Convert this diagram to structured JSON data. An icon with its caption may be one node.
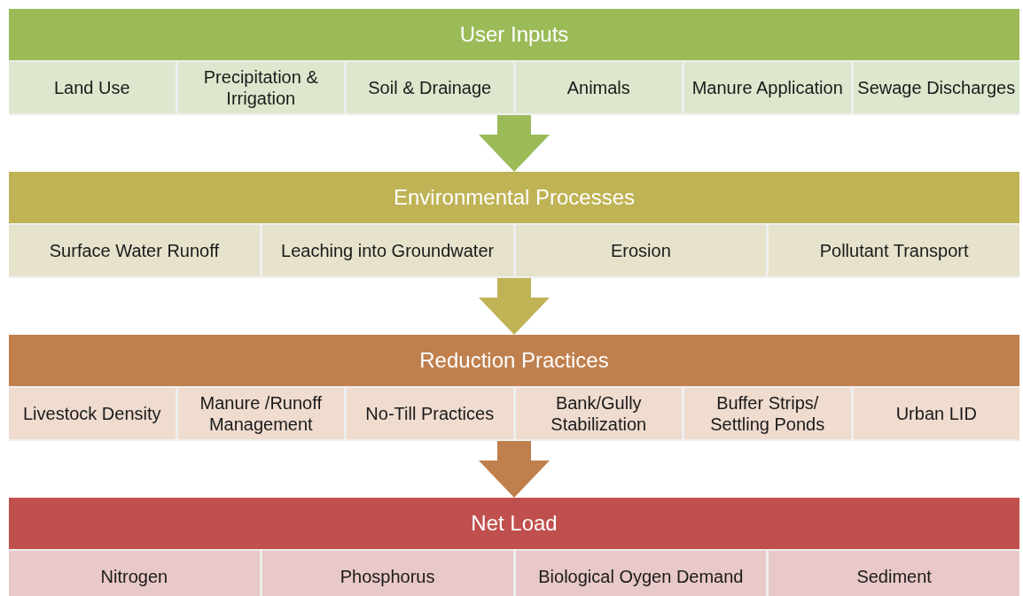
{
  "diagram": {
    "nodes": [
      {
        "text": [
          "User Inputs"
        ]
      },
      {
        "text": [
          "Land Use"
        ],
        "in": 0
      },
      {
        "text": [
          "Precipitation & Irrigation"
        ],
        "in": 0
      },
      {
        "text": [
          "Soil & Drainage"
        ],
        "in": 0
      },
      {
        "text": [
          "Animals"
        ],
        "in": 0
      },
      {
        "text": [
          "Manure Application"
        ],
        "in": 0
      },
      {
        "text": [
          "Sewage Discharges"
        ],
        "in": 0
      },
      {
        "text": [
          "Environmental Processes"
        ]
      },
      {
        "text": [
          "Surface Water Runoff"
        ],
        "in": 7
      },
      {
        "text": [
          "Leaching into Groundwater"
        ],
        "in": 7
      },
      {
        "text": [
          "Erosion"
        ],
        "in": 7
      },
      {
        "text": [
          "Pollutant Transport"
        ],
        "in": 7
      },
      {
        "text": [
          "Reduction Practices"
        ]
      },
      {
        "text": [
          "Livestock Density"
        ],
        "in": 12
      },
      {
        "text": [
          "Manure /Runoff Management"
        ],
        "in": 12
      },
      {
        "text": [
          "No-Till Practices"
        ],
        "in": 12
      },
      {
        "text": [
          "Bank/Gully Stabilization"
        ],
        "in": 12
      },
      {
        "text": [
          "Buffer Strips/ Settling Ponds"
        ],
        "in": 12
      },
      {
        "text": [
          "Urban LID"
        ],
        "in": 12
      },
      {
        "text": [
          "Net Load"
        ]
      },
      {
        "text": [
          "Nitrogen"
        ],
        "in": 19
      },
      {
        "text": [
          "Phosphorus"
        ],
        "in": 19
      },
      {
        "text": [
          "Biological Oygen Demand"
        ],
        "in": 19
      },
      {
        "text": [
          "Sediment"
        ],
        "in": 19
      }
    ],
    "edges": [
      {
        "from": 0,
        "to": 7,
        "arrow": "to",
        "color": "#9bbb59"
      },
      {
        "from": 7,
        "to": 12,
        "arrow": "to",
        "color": "#bfb356"
      },
      {
        "from": 12,
        "to": 19,
        "arrow": "to",
        "color": "#c0804e"
      }
    ]
  }
}
